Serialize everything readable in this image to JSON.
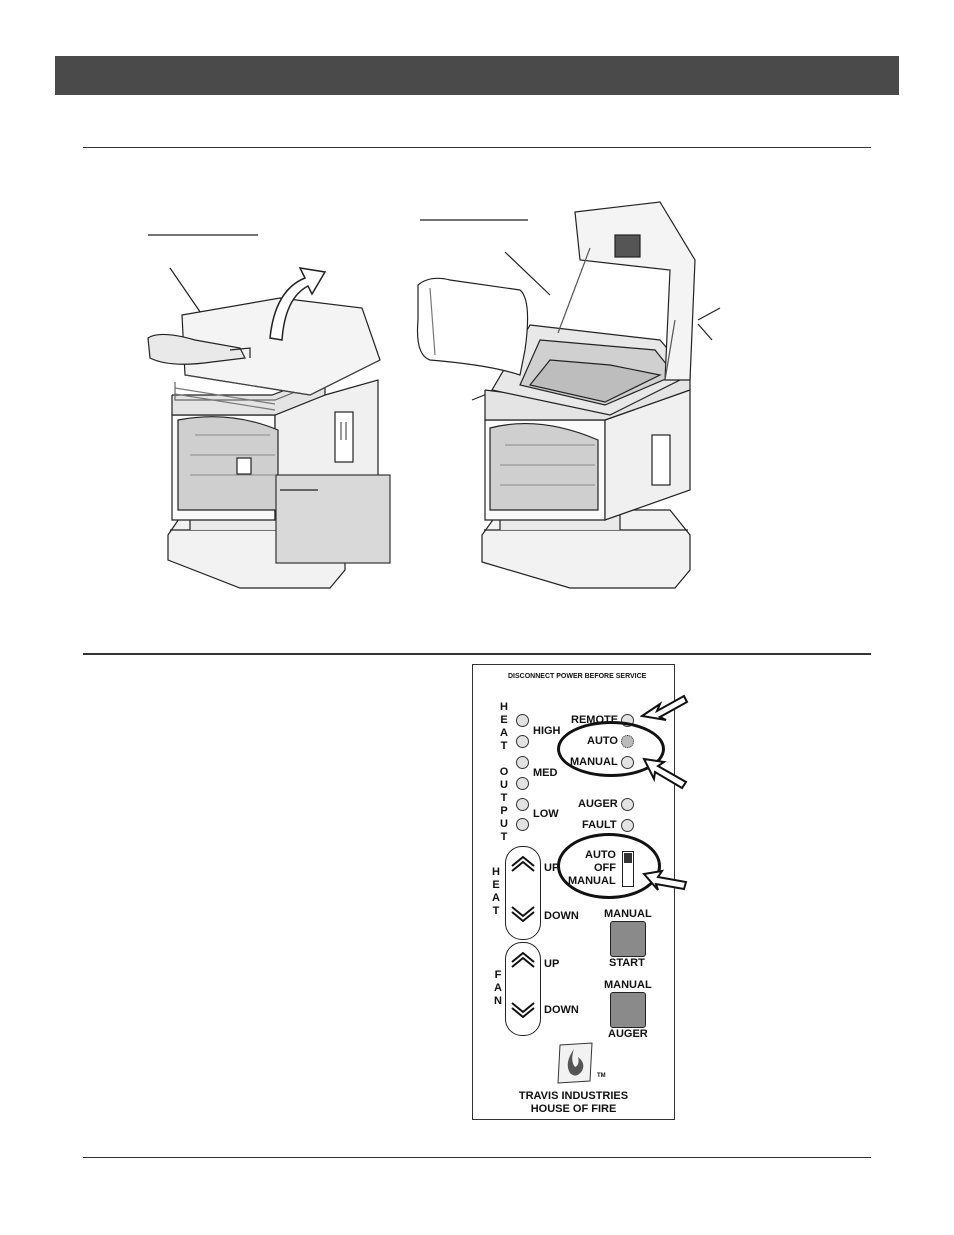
{
  "panel": {
    "header": "DISCONNECT POWER BEFORE SERVICE",
    "heat_output_label": "HEAT OUTPUT",
    "heat_output_letters": "H\nE\nA\nT\n \nO\nU\nT\nP\nU\nT",
    "levels": {
      "high": "HIGH",
      "med": "MED",
      "low": "LOW"
    },
    "modes": {
      "remote": "REMOTE",
      "auto": "AUTO",
      "manual": "MANUAL"
    },
    "indicators": {
      "auger": "AUGER",
      "fault": "FAULT"
    },
    "switch": {
      "auto": "AUTO",
      "off": "OFF",
      "manual": "MANUAL"
    },
    "heat_control": {
      "letters": "H\nE\nA\nT",
      "up": "UP",
      "down": "DOWN"
    },
    "fan_control": {
      "letters": "F\nA\nN",
      "up": "UP",
      "down": "DOWN"
    },
    "manual_start": {
      "top": "MANUAL",
      "bottom": "START"
    },
    "manual_auger": {
      "top": "MANUAL",
      "bottom": "AUGER"
    },
    "logo": {
      "tm": "TM"
    },
    "brand": {
      "line1": "TRAVIS INDUSTRIES",
      "line2": "HOUSE OF FIRE"
    }
  },
  "colors": {
    "header_bar": "#4a4a4a",
    "led_fill": "#e2e2e2",
    "button_fill": "#8a8a8a",
    "callout_box": "#d9d9d9"
  }
}
